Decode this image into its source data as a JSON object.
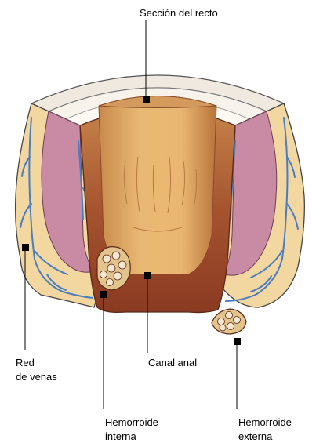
{
  "labels": {
    "seccion": "Sección del recto",
    "red_line1": "Red",
    "red_line2": "de venas",
    "canal": "Canal anal",
    "hem_int_line1": "Hemorroide",
    "hem_int_line2": "interna",
    "hem_ext_line1": "Hemorroide",
    "hem_ext_line2": "externa"
  }
}
